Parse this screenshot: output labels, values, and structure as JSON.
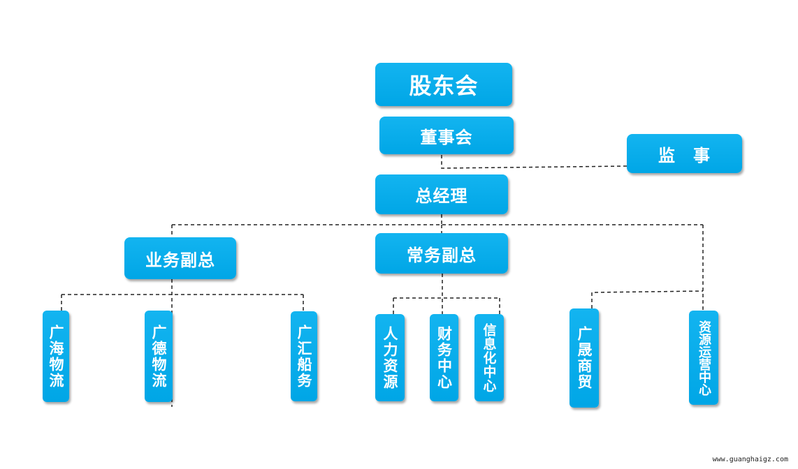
{
  "org_chart": {
    "shareholders": "股东会",
    "board": "董事会",
    "supervisor": "监　事",
    "general_manager": "总经理",
    "business_deputy": "业务副总",
    "executive_deputy": "常务副总",
    "departments": {
      "guanghai_logistics": "广海物流",
      "guangde_logistics": "广德物流",
      "guanghui_shipping": "广汇船务",
      "human_resources": "人力资源",
      "finance_center": "财务中心",
      "it_center": "信息化中心",
      "guangsheng_trade": "广晟商贸",
      "resource_ops_center": "资源运营中心"
    }
  },
  "watermark": "www.guanghaigz.com",
  "colors": {
    "box": "#00a6e6",
    "text": "#ffffff",
    "line": "#222222"
  }
}
